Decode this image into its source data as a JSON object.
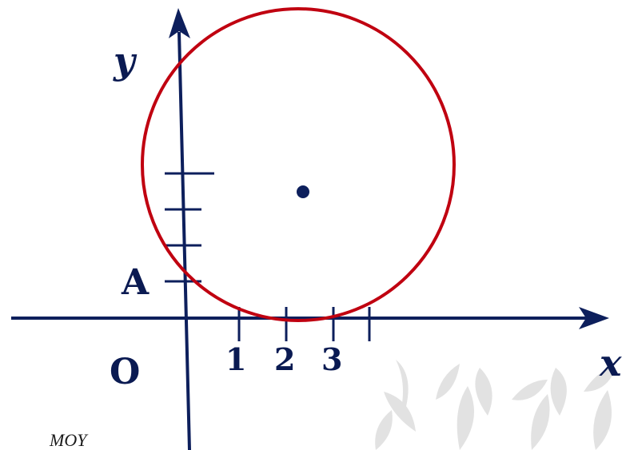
{
  "axes": {
    "x_label": "x",
    "y_label": "y",
    "origin_label": "O",
    "x_tick_labels": [
      "1",
      "2",
      "3"
    ],
    "point_label": "A"
  },
  "footer_text": "MOY",
  "colors": {
    "axis": "#0d1f5c",
    "circle": "#c00010",
    "text": "#0a1a52",
    "decoration": "#dcdcdc"
  },
  "decoration": "leaf-watermark"
}
